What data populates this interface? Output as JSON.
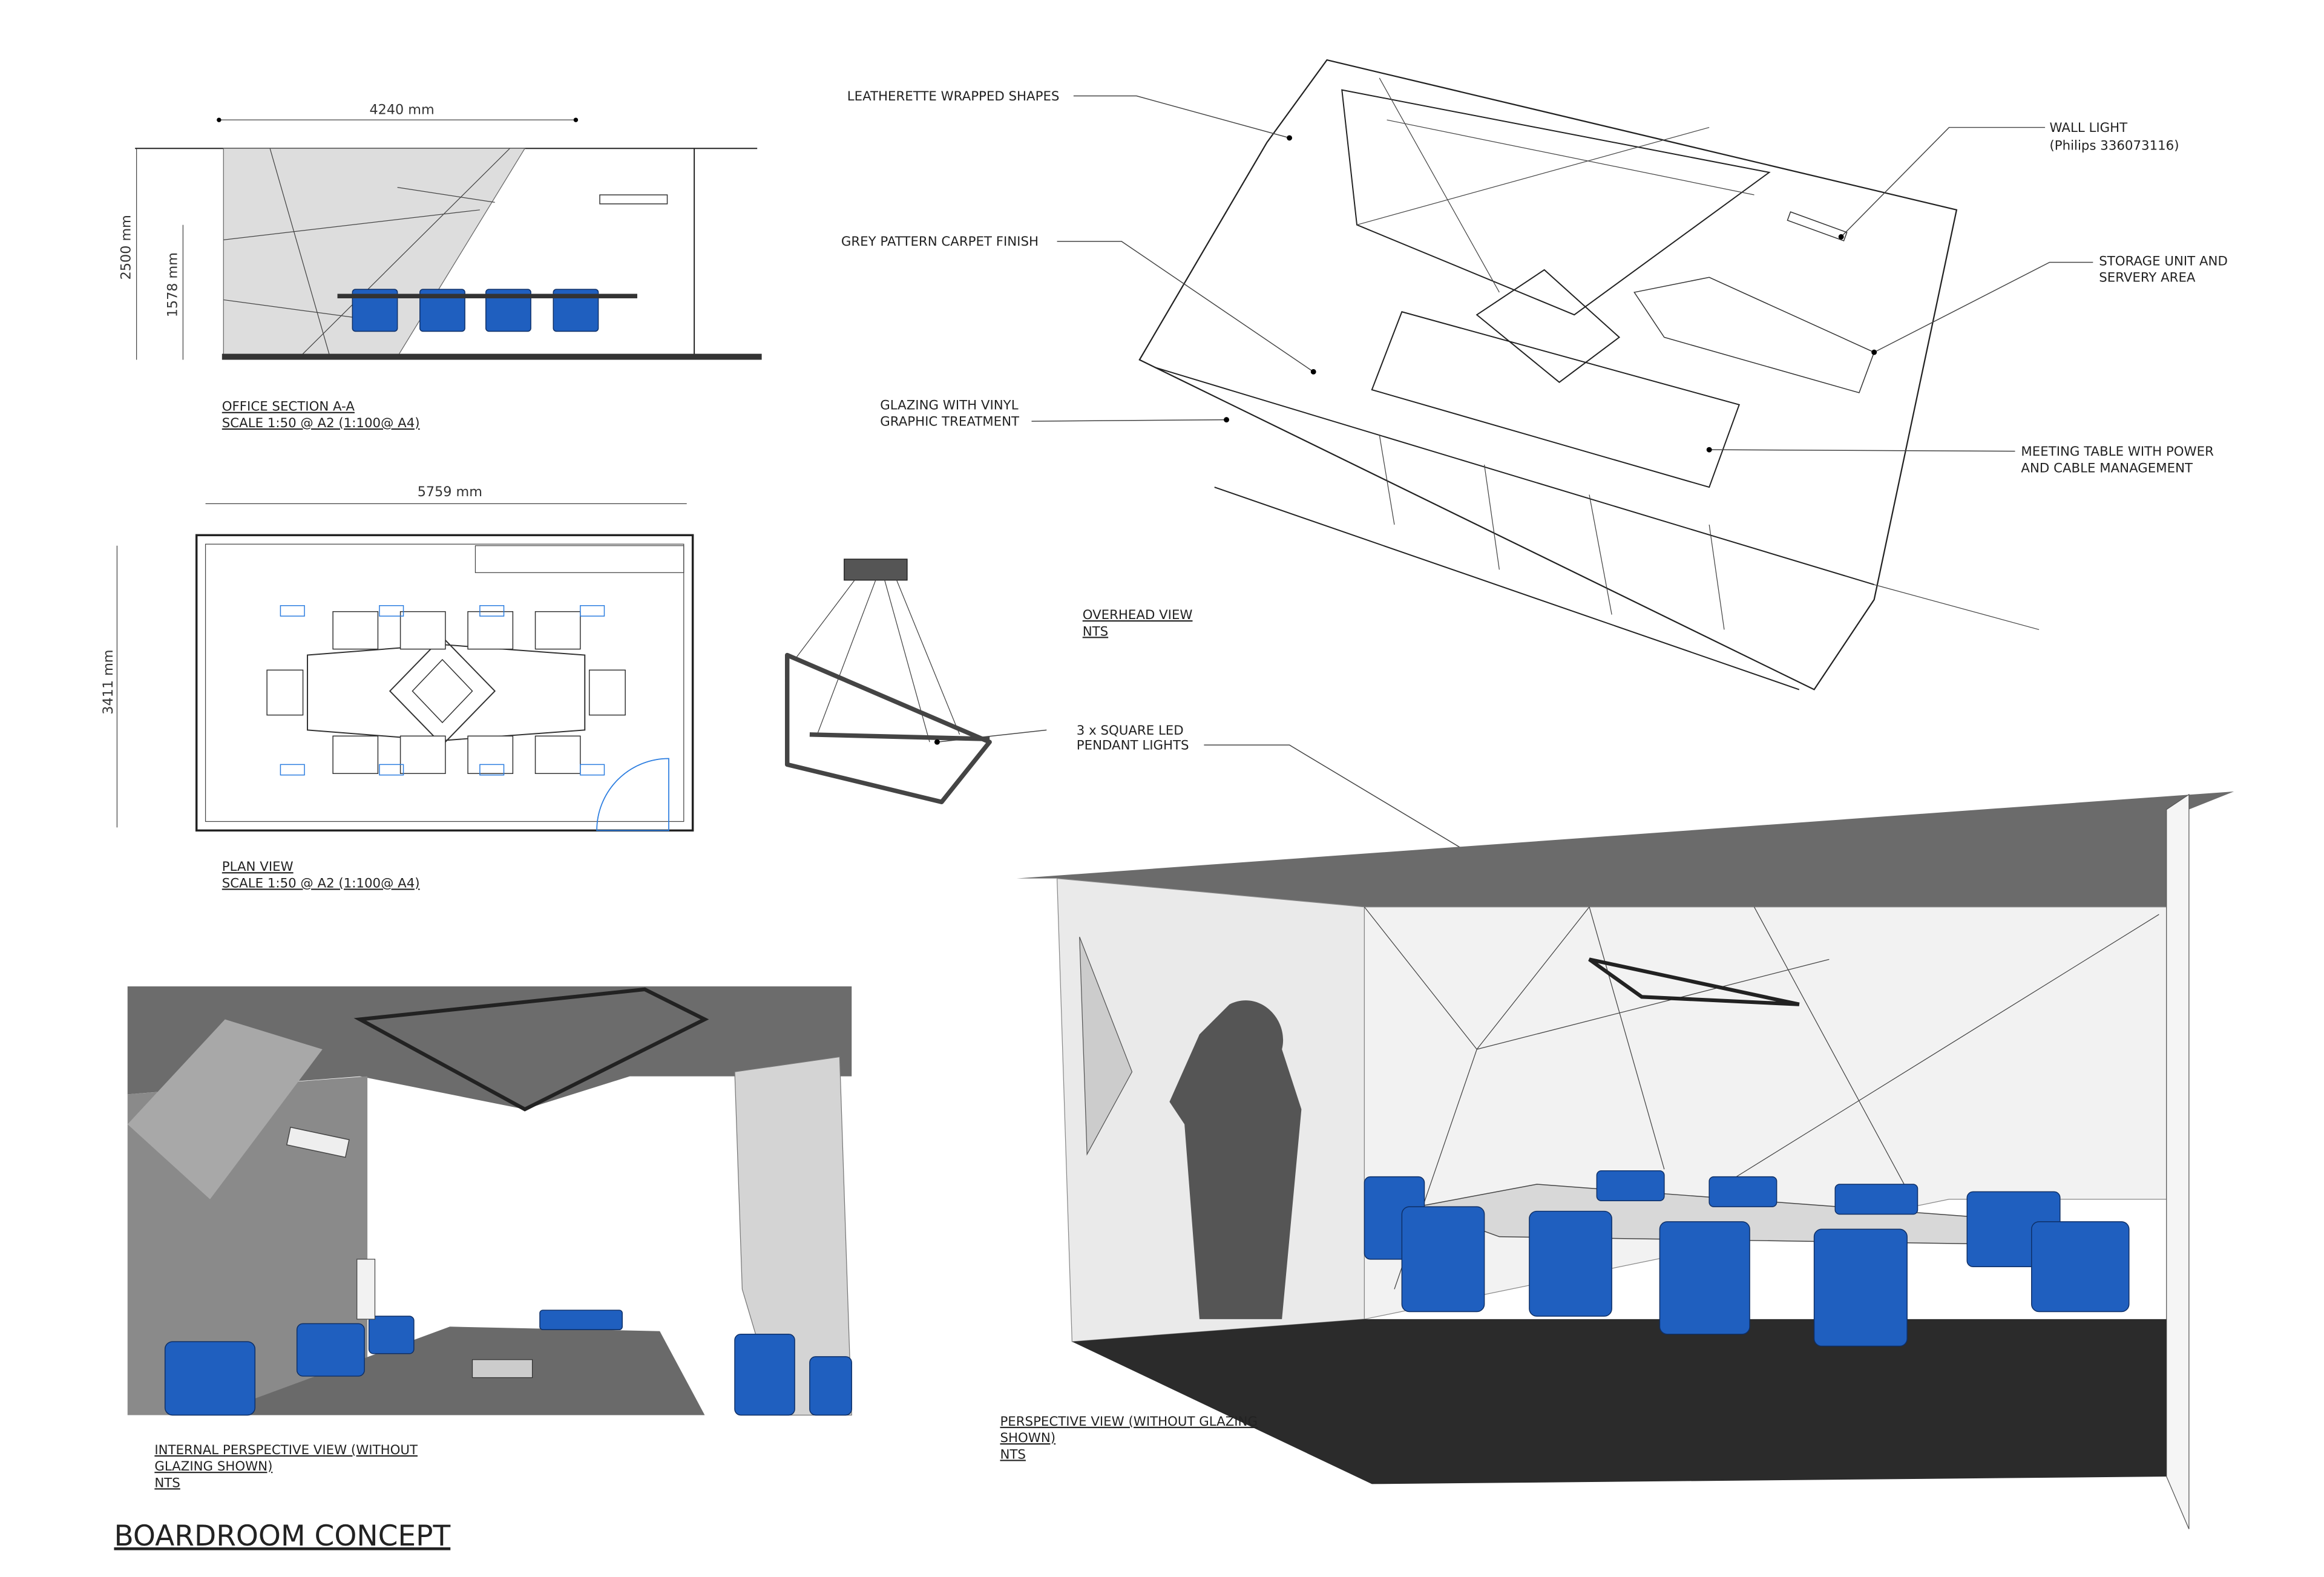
{
  "sheet_title": "BOARDROOM CONCEPT",
  "section": {
    "width_dim": "4240 mm",
    "height_dim": "2500 mm",
    "sub_height_dim": "1578 mm",
    "caption_line1": "OFFICE SECTION A-A",
    "caption_line2": "SCALE 1:50 @ A2 (1:100@ A4)"
  },
  "plan": {
    "width_dim": "5759 mm",
    "height_dim": "3411 mm",
    "caption_line1": "PLAN VIEW",
    "caption_line2": "SCALE 1:50 @ A2 (1:100@ A4)"
  },
  "overhead": {
    "caption_line1": "OVERHEAD VIEW",
    "caption_line2": "NTS",
    "callouts": {
      "leatherette": "LEATHERETTE WRAPPED SHAPES",
      "carpet": "GREY PATTERN CARPET FINISH",
      "glazing_1": "GLAZING WITH VINYL",
      "glazing_2": "GRAPHIC TREATMENT",
      "wall_light_1": "WALL LIGHT",
      "wall_light_2": "(Philips 336073116)",
      "storage_1": "STORAGE UNIT AND",
      "storage_2": "SERVERY AREA",
      "table_1": "MEETING TABLE WITH POWER",
      "table_2": "AND CABLE MANAGEMENT"
    }
  },
  "pendant": {
    "label_1": "3 x SQUARE LED",
    "label_2": "PENDANT LIGHTS"
  },
  "internal_perspective": {
    "caption_line1": "INTERNAL PERSPECTIVE VIEW (WITHOUT",
    "caption_line2": "GLAZING SHOWN)",
    "caption_line3": "NTS"
  },
  "perspective": {
    "caption_line1": "PERSPECTIVE VIEW (WITHOUT GLAZING",
    "caption_line2": "SHOWN)",
    "caption_line3": "NTS"
  },
  "colors": {
    "chair_blue": "#1f5fbf",
    "carpet": "#2b2b2b",
    "ceiling": "#6b6b6b"
  }
}
